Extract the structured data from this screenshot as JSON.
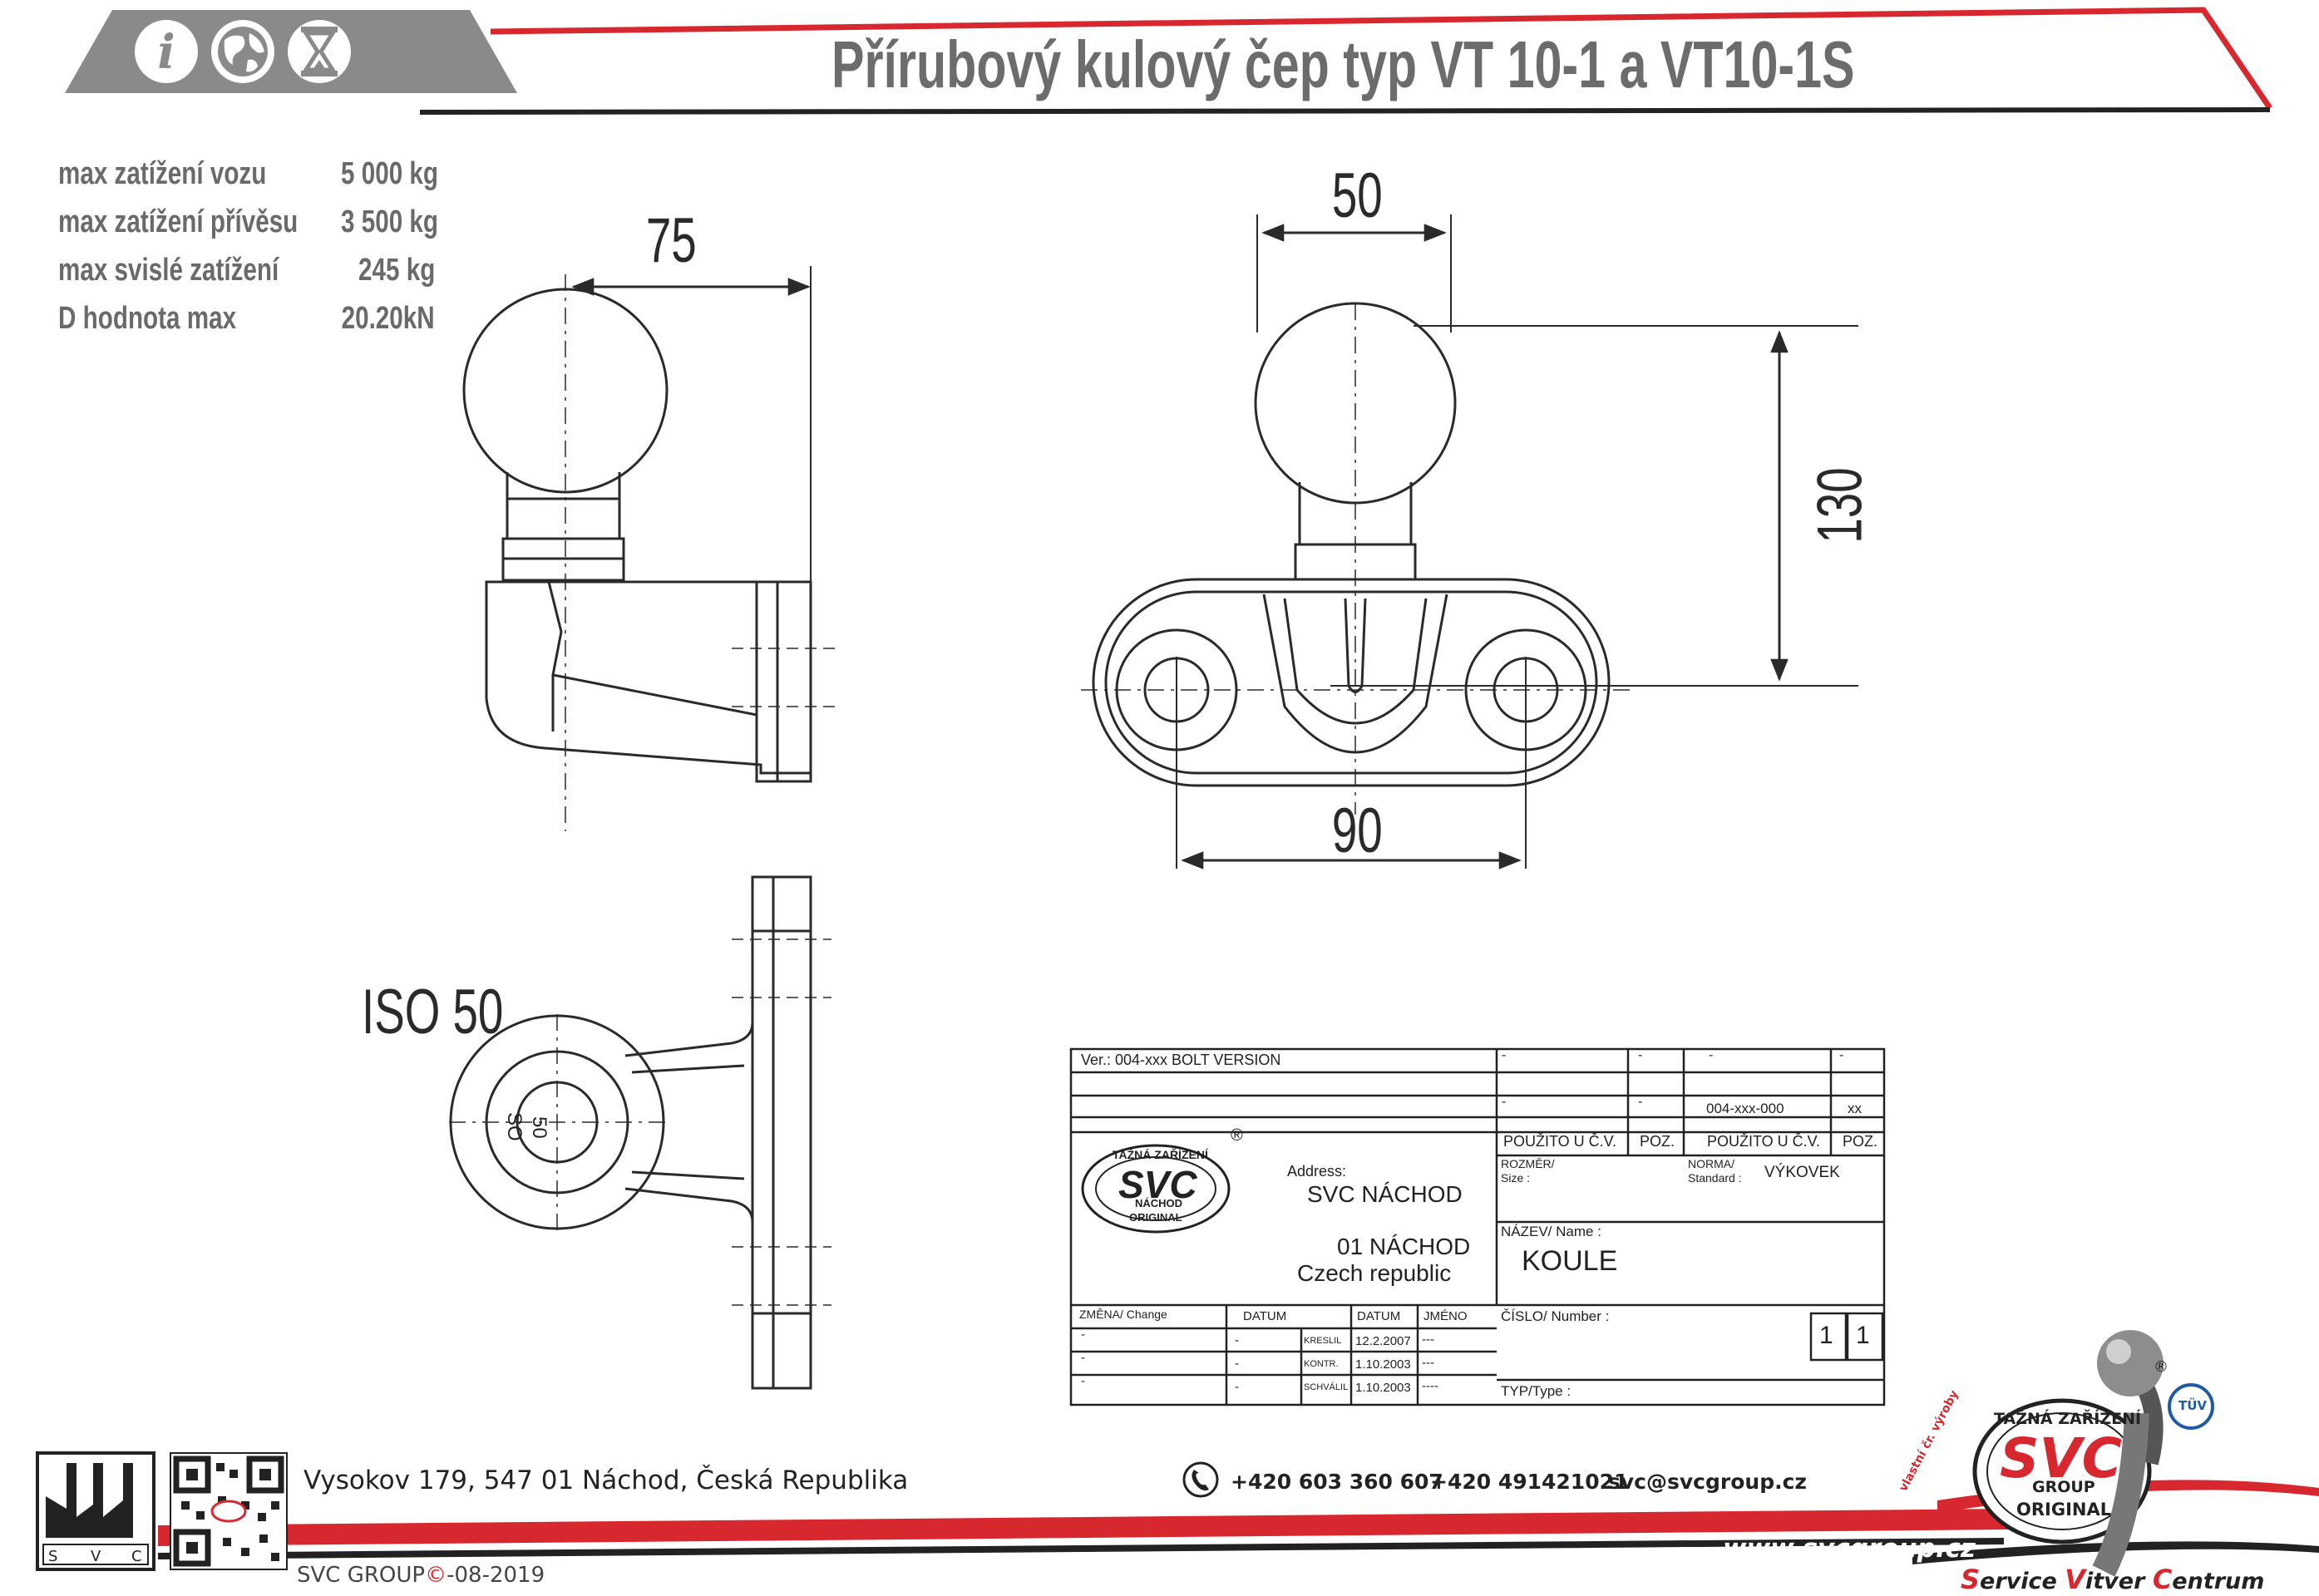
{
  "header": {
    "title": "Přírubový kulový čep  typ  VT 10-1  a  VT10-1S",
    "icons": [
      "info-icon",
      "globe-icon",
      "hourglass-icon"
    ]
  },
  "specs": [
    {
      "label": "max zatížení vozu",
      "value": "5 000 kg"
    },
    {
      "label": "max zatížení přívěsu",
      "value": "3 500 kg"
    },
    {
      "label": "max svislé zatížení",
      "value": "245 kg"
    },
    {
      "label": "D hodnota max",
      "value": "20.20kN"
    }
  ],
  "dimensions": {
    "side_width": "75",
    "front_ball": "50",
    "front_height": "130",
    "front_holes": "90",
    "iso": "ISO 50",
    "top_ball_mark": "SO",
    "top_ball_num": "50"
  },
  "title_block": {
    "version": "Ver.: 004-xxx BOLT VERSION",
    "dash": "-",
    "part_code": "004-xxx-000",
    "xx": "xx",
    "used_in": "POUŽITO U Č.V.",
    "pos": "POZ.",
    "address_label": "Address:",
    "address_line1": "SVC NÁCHOD",
    "address_line2": "01 NÁCHOD",
    "address_line3": "Czech republic",
    "size_label_cz": "ROZMĚR/",
    "size_label_en": "Size :",
    "norm_label_cz": "NORMA/",
    "norm_label_en": "Standard :",
    "norm_value": "VÝKOVEK",
    "name_label": "NÁZEV/ Name :",
    "name_value": "KOULE",
    "change_label": "ZMĚNA/ Change",
    "datum": "DATUM",
    "jmeno": "JMÉNO",
    "number_label": "ČÍSLO/ Number :",
    "sheet_a": "1",
    "sheet_b": "1",
    "type_label": "TYP/Type :",
    "rows": [
      {
        "role": "KRESLIL",
        "date": "12.2.2007",
        "name": "---"
      },
      {
        "role": "KONTR.",
        "date": "1.10.2003",
        "name": "---"
      },
      {
        "role": "SCHVÁLIL",
        "date": "1.10.2003",
        "name": "----"
      }
    ],
    "stamp_top": "TAŽNÁ ZAŘÍZENÍ",
    "stamp_mid": "SVC",
    "stamp_city": "NÁCHOD",
    "stamp_bottom": "ORIGINAL",
    "registered": "®"
  },
  "footer": {
    "address": "Vysokov 179,  547 01 Náchod,  Česká Republika",
    "phone1": "+420 603 360 607",
    "phone2": "+420 491421021",
    "email": "svc@svcgroup.cz",
    "website": "www.svcgroup.cz",
    "copyright": "SVC GROUP",
    "copyright_symbol": "©",
    "copyright_date": "-08-2019",
    "factory_letters": [
      "S",
      "V",
      "C"
    ],
    "brand": "Service Vitver Centrum",
    "brand_parts": [
      "S",
      "ervice ",
      "V",
      "itver ",
      "C",
      "entrum"
    ],
    "logo_top": "TAŽNÁ ZAŘÍZENÍ",
    "logo_mid": "SVC",
    "logo_group": "GROUP",
    "logo_bottom": "ORIGINAL",
    "logo_side": "vlastní čr. výroby",
    "tuv": "TÜV",
    "registered": "®"
  },
  "colors": {
    "accent_red": "#d7282f",
    "header_gray": "#8a8a8a",
    "spec_gray": "#6a6a6a",
    "line": "#2a2a2a"
  }
}
